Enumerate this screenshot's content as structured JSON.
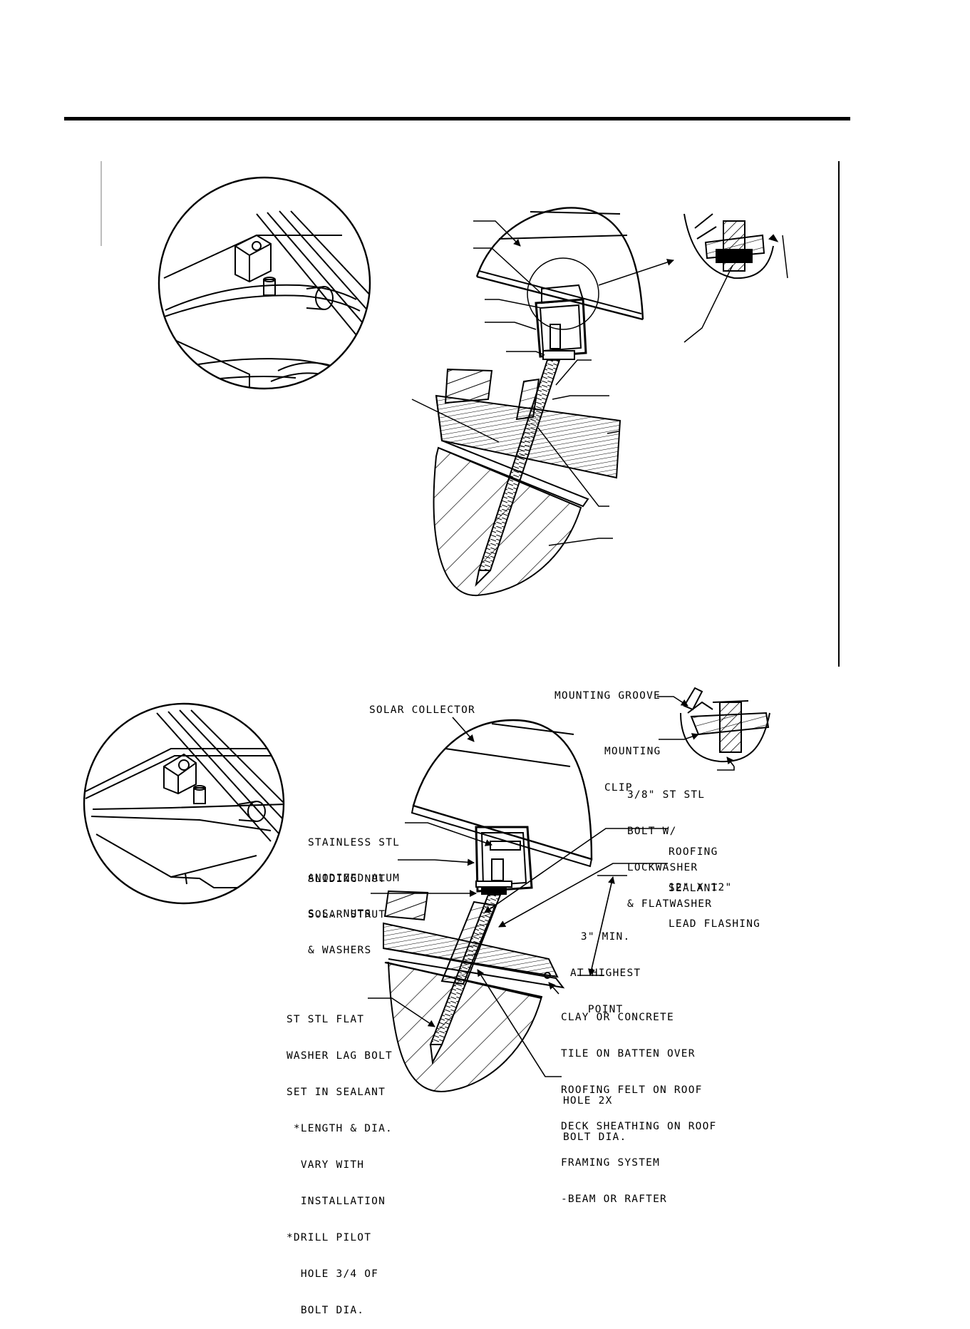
{
  "labels": {
    "mounting_groove": "MOUNTING GROOVE",
    "solar_collector": "SOLAR COLLECTOR",
    "mounting_clip": [
      "MOUNTING",
      "CLIP"
    ],
    "bolt": [
      "3/8\" ST STL",
      "BOLT W/",
      "LOCKWASHER",
      "& FLATWASHER"
    ],
    "sliding_nut": [
      "STAINLESS STL",
      "SLIDING NUT"
    ],
    "roofing_sealant": [
      "ROOFING",
      "SEALANT"
    ],
    "solar_strut": [
      "ANODIZED ALUM",
      "SOLAR STRUT"
    ],
    "lead_flashing": [
      "12\" X 12\"",
      "LEAD FLASHING"
    ],
    "nuts_washers": [
      "S.S. NUTS",
      "& WASHERS"
    ],
    "min_height": [
      "3\" MIN.",
      "AT HIGHEST",
      "POINT"
    ],
    "lag_bolt": [
      "ST STL FLAT",
      "WASHER LAG BOLT",
      "SET IN SEALANT",
      " *LENGTH & DIA.",
      "  VARY WITH",
      "  INSTALLATION",
      "*DRILL PILOT",
      "  HOLE 3/4 OF",
      "  BOLT DIA."
    ],
    "tile": [
      "CLAY OR CONCRETE",
      "TILE ON BATTEN OVER",
      "ROOFING FELT ON ROOF",
      "DECK SHEATHING ON ROOF",
      "FRAMING SYSTEM",
      "-BEAM OR RAFTER"
    ],
    "hole": [
      "HOLE 2X",
      "BOLT DIA."
    ]
  }
}
